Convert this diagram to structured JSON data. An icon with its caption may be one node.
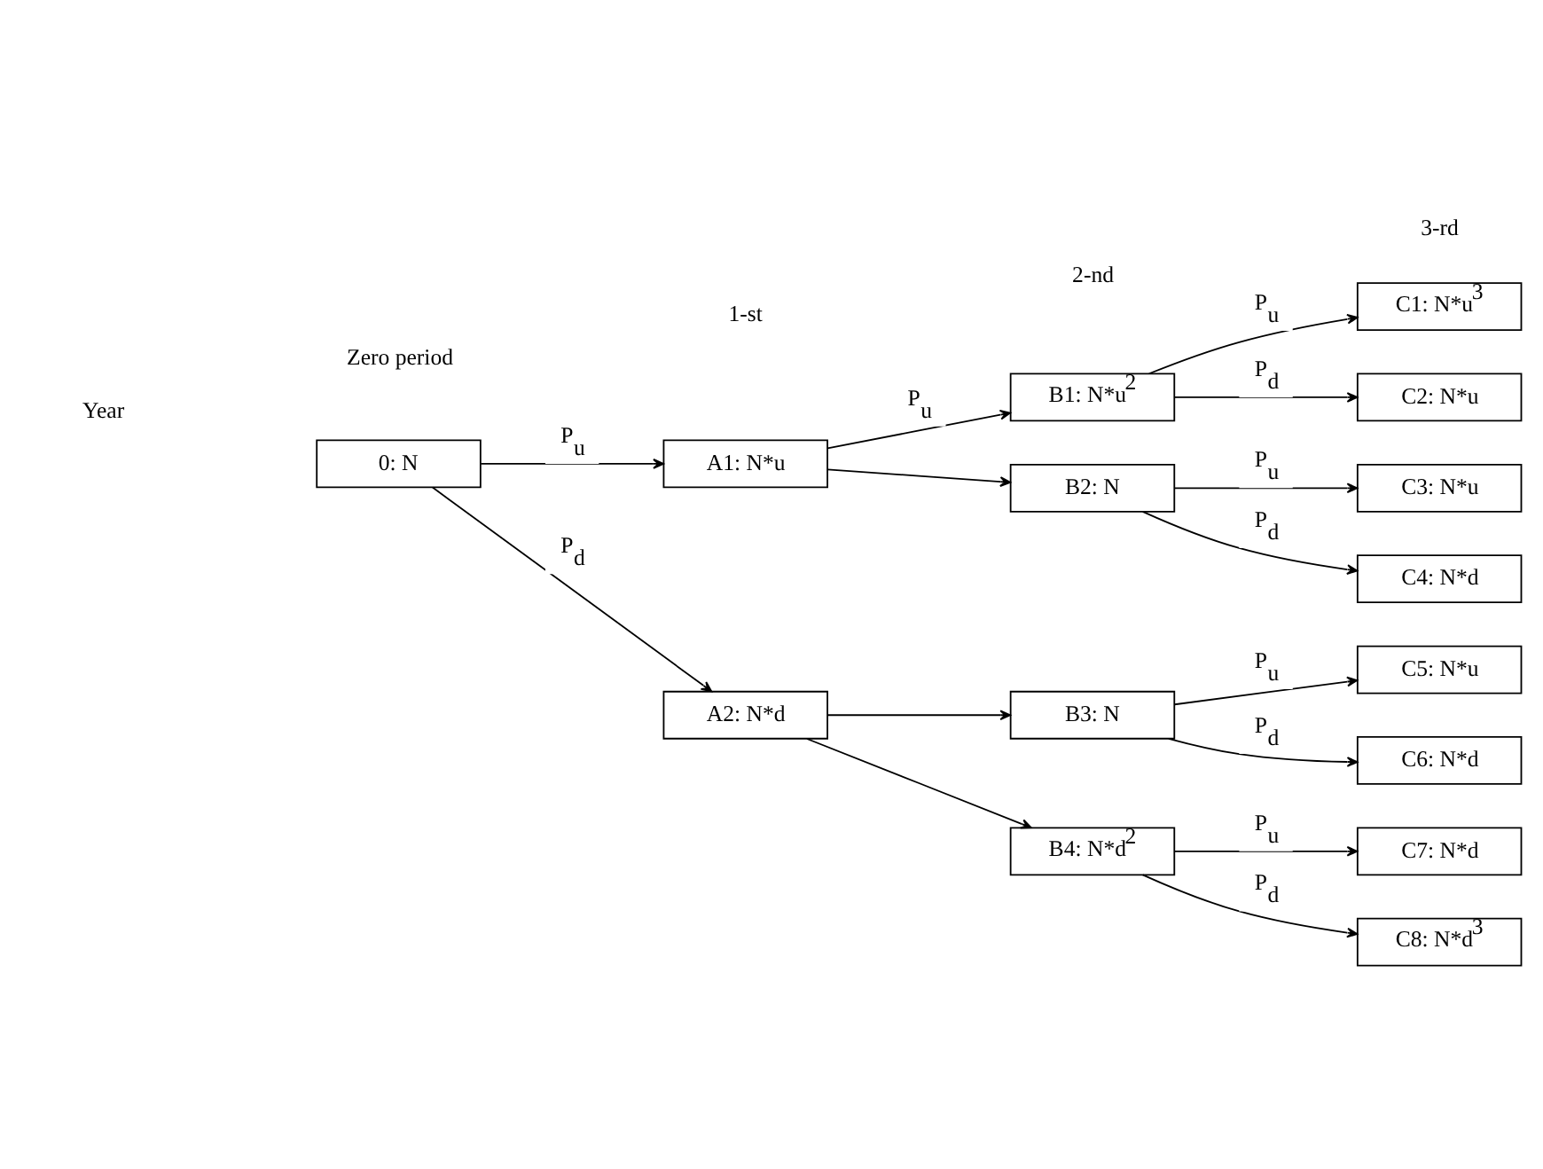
{
  "diagram": {
    "nodes": [
      {
        "text": [
          "0: N"
        ]
      },
      {
        "text": [
          "A1: N*u"
        ]
      },
      {
        "text": [
          "A2: N*d"
        ]
      },
      {
        "text": [
          "B1: N*u$^{2}$"
        ]
      },
      {
        "text": [
          "B2: N"
        ]
      },
      {
        "text": [
          "B3: N"
        ]
      },
      {
        "text": [
          "B4: N*d$^{2}$"
        ]
      },
      {
        "text": [
          "C1: N*u$^{3}$"
        ]
      },
      {
        "text": [
          "C2: N*u"
        ]
      },
      {
        "text": [
          "C3: N*u"
        ]
      },
      {
        "text": [
          "C4: N*d"
        ]
      },
      {
        "text": [
          "C5: N*u"
        ]
      },
      {
        "text": [
          "C6: N*d"
        ]
      },
      {
        "text": [
          "C7: N*d"
        ]
      },
      {
        "text": [
          "C8: N*d$^{3}$"
        ]
      }
    ],
    "edges": [
      {
        "from": 0,
        "to": 1,
        "arrow": "to",
        "label": "P$_{u}$"
      },
      {
        "from": 0,
        "to": 2,
        "arrow": "to",
        "label": "P$_{d}$"
      },
      {
        "from": 1,
        "to": 3,
        "arrow": "to",
        "label": "P$_{u}$"
      },
      {
        "from": 1,
        "to": 4,
        "arrow": "to"
      },
      {
        "from": 2,
        "to": 5,
        "arrow": "to"
      },
      {
        "from": 2,
        "to": 6,
        "arrow": "to"
      },
      {
        "from": 3,
        "to": 7,
        "arrow": "to",
        "label": "P$_{u}$"
      },
      {
        "from": 3,
        "to": 8,
        "arrow": "to",
        "label": "P$_{d}$"
      },
      {
        "from": 4,
        "to": 9,
        "arrow": "to",
        "label": "P$_{u}$"
      },
      {
        "from": 4,
        "to": 10,
        "arrow": "to",
        "label": "P$_{d}$"
      },
      {
        "from": 5,
        "to": 11,
        "arrow": "to",
        "label": "P$_{u}$"
      },
      {
        "from": 5,
        "to": 12,
        "arrow": "to",
        "label": "P$_{d}$"
      },
      {
        "from": 6,
        "to": 13,
        "arrow": "to",
        "label": "P$_{u}$"
      },
      {
        "from": 6,
        "to": 14,
        "arrow": "to",
        "label": "P$_{d}$"
      }
    ],
    "labels": [
      "Year",
      "Zero period",
      "1-st",
      "2-nd",
      "3-rd"
    ]
  }
}
